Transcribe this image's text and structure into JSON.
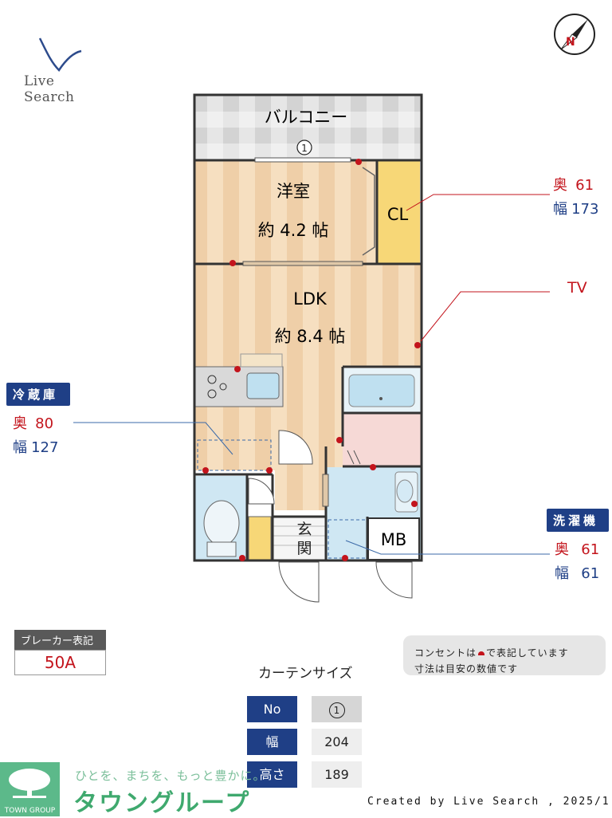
{
  "brand": {
    "name": "Live Search"
  },
  "compass": {
    "letter": "N"
  },
  "rooms": {
    "balcony": "バルコニー",
    "western_room": {
      "name": "洋室",
      "size": "約 4.2 帖"
    },
    "closet": "CL",
    "ldk": {
      "name": "LDK",
      "size": "約 8.4 帖"
    },
    "entrance": "玄関",
    "mb": "MB",
    "curtain_marker": "1"
  },
  "callouts": {
    "closet": {
      "depth_label": "奥",
      "depth": "61",
      "width_label": "幅",
      "width": "173"
    },
    "tv": {
      "label": "TV"
    },
    "fridge": {
      "title": "冷蔵庫",
      "depth_label": "奥",
      "depth": "80",
      "width_label": "幅",
      "width": "127"
    },
    "washer": {
      "title": "洗濯機",
      "depth_label": "奥",
      "depth": "61",
      "width_label": "幅",
      "width": "61"
    }
  },
  "breaker": {
    "label": "ブレーカー表記",
    "value": "50A"
  },
  "notes": {
    "line1_a": "コンセントは",
    "line1_b": "で表記しています",
    "line2": "寸法は目安の数値です"
  },
  "curtain": {
    "title": "カーテンサイズ",
    "rows": [
      {
        "label": "No",
        "value": "1"
      },
      {
        "label": "幅",
        "value": "204"
      },
      {
        "label": "高さ",
        "value": "189"
      }
    ]
  },
  "company": {
    "badge": "TOWN GROUP",
    "tagline": "ひとを、まちを、もっと豊かに。",
    "name": "タウングループ"
  },
  "credit": "Created by Live Search , 2025/1",
  "colors": {
    "navy": "#1f3f86",
    "red": "#c3141c",
    "wood": "#f1d5b2",
    "closet": "#f7d777",
    "wet": "#cfe7f3",
    "green": "#3fa96e"
  }
}
